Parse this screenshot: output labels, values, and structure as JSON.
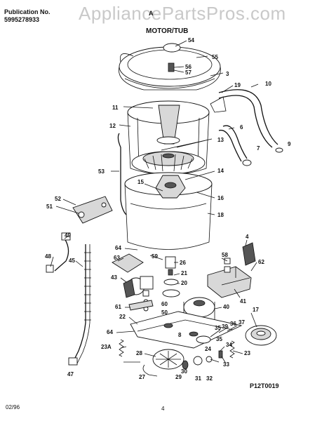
{
  "header": {
    "publication_label": "Publication No.",
    "publication_number": "5995278933",
    "model_text": "A",
    "section_title": "MOTOR/TUB",
    "watermark": "AppliancePartsPros.com"
  },
  "footer": {
    "date": "02/96",
    "page": "4",
    "diagram_id": "P12T0019"
  },
  "callouts": [
    "54",
    "55",
    "56",
    "57",
    "3",
    "19",
    "10",
    "11",
    "12",
    "6",
    "7",
    "9",
    "13",
    "53",
    "14",
    "15",
    "16",
    "18",
    "52",
    "51",
    "49",
    "4",
    "64",
    "59",
    "63",
    "26",
    "58",
    "62",
    "48",
    "45",
    "43",
    "21",
    "20",
    "60",
    "50",
    "61",
    "22",
    "40",
    "17",
    "64",
    "39",
    "36",
    "37",
    "35",
    "23A",
    "28",
    "34",
    "23",
    "27",
    "29",
    "30",
    "31",
    "32",
    "33",
    "47",
    "41",
    "8",
    "35",
    "24"
  ]
}
